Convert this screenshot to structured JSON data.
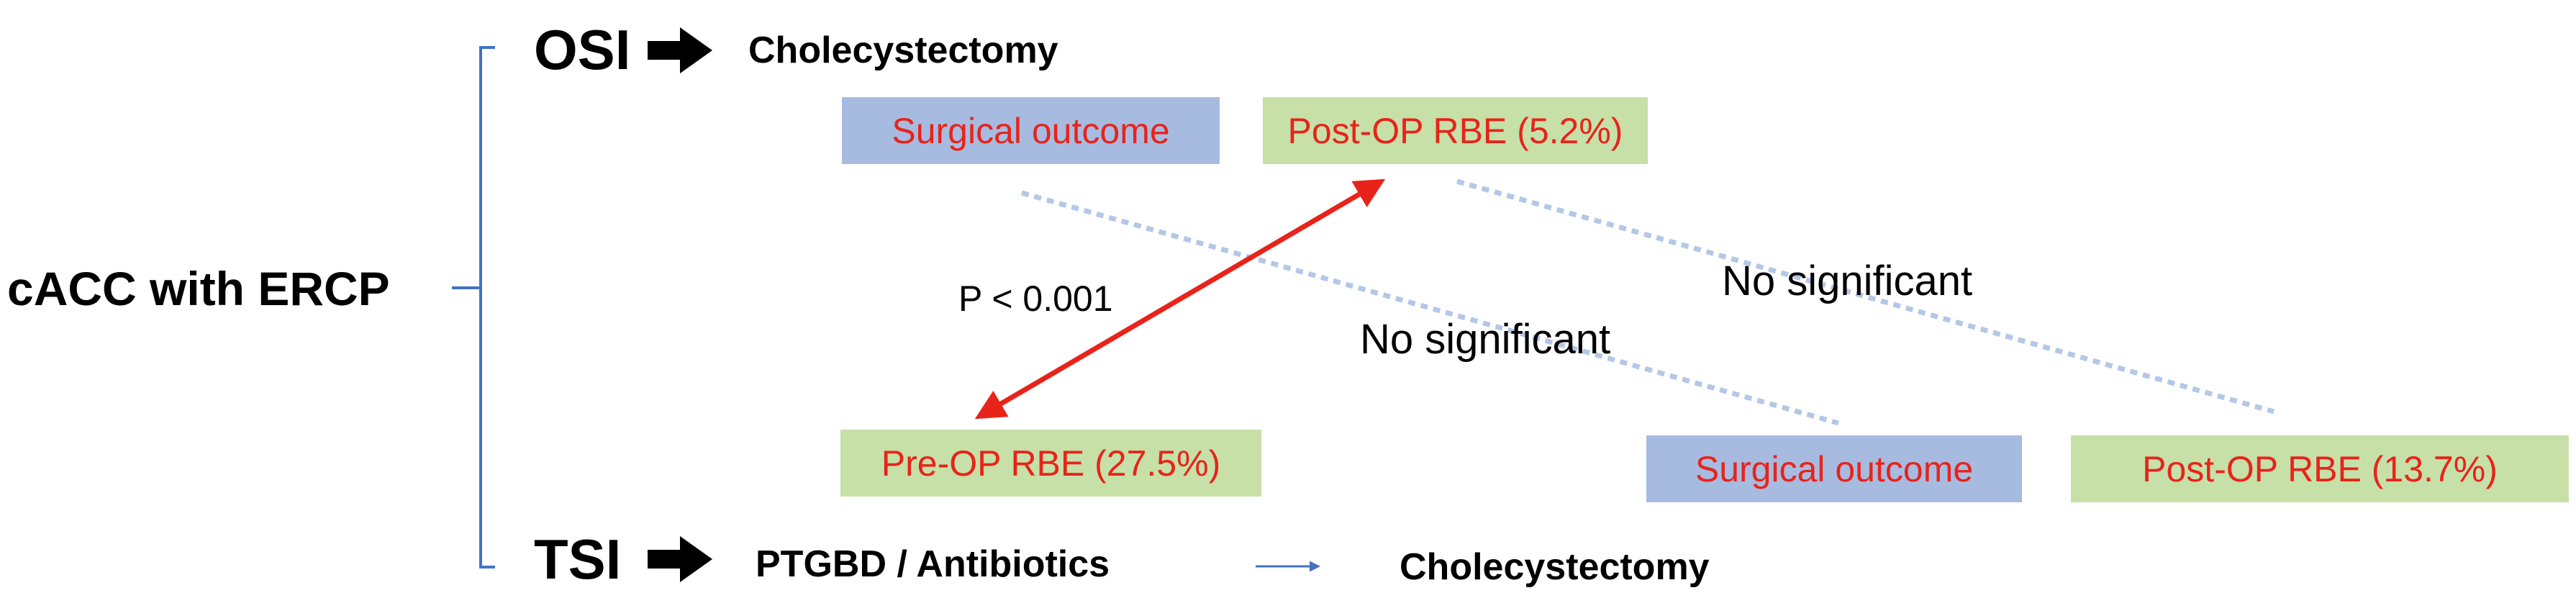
{
  "root": {
    "label": "cACC with ERCP"
  },
  "osi": {
    "label": "OSI",
    "step": "Cholecystectomy"
  },
  "tsi": {
    "label": "TSI",
    "step1": "PTGBD / Antibiotics",
    "step2": "Cholecystectomy"
  },
  "boxes": {
    "osi_surgical": "Surgical outcome",
    "osi_postop": "Post-OP RBE (5.2%)",
    "tsi_preop": "Pre-OP RBE (27.5%)",
    "tsi_surgical": "Surgical outcome",
    "tsi_postop": "Post-OP RBE (13.7%)"
  },
  "annotations": {
    "p_value": "P < 0.001",
    "no_sig_1": "No significant",
    "no_sig_2": "No significant"
  },
  "colors": {
    "box_green": "#c6e0a8",
    "box_blue": "#a7bbe0",
    "box_text": "#e8231a",
    "bracket": "#4472c4",
    "dotted": "#b4c7e7",
    "double_arrow": "#e8231a"
  }
}
